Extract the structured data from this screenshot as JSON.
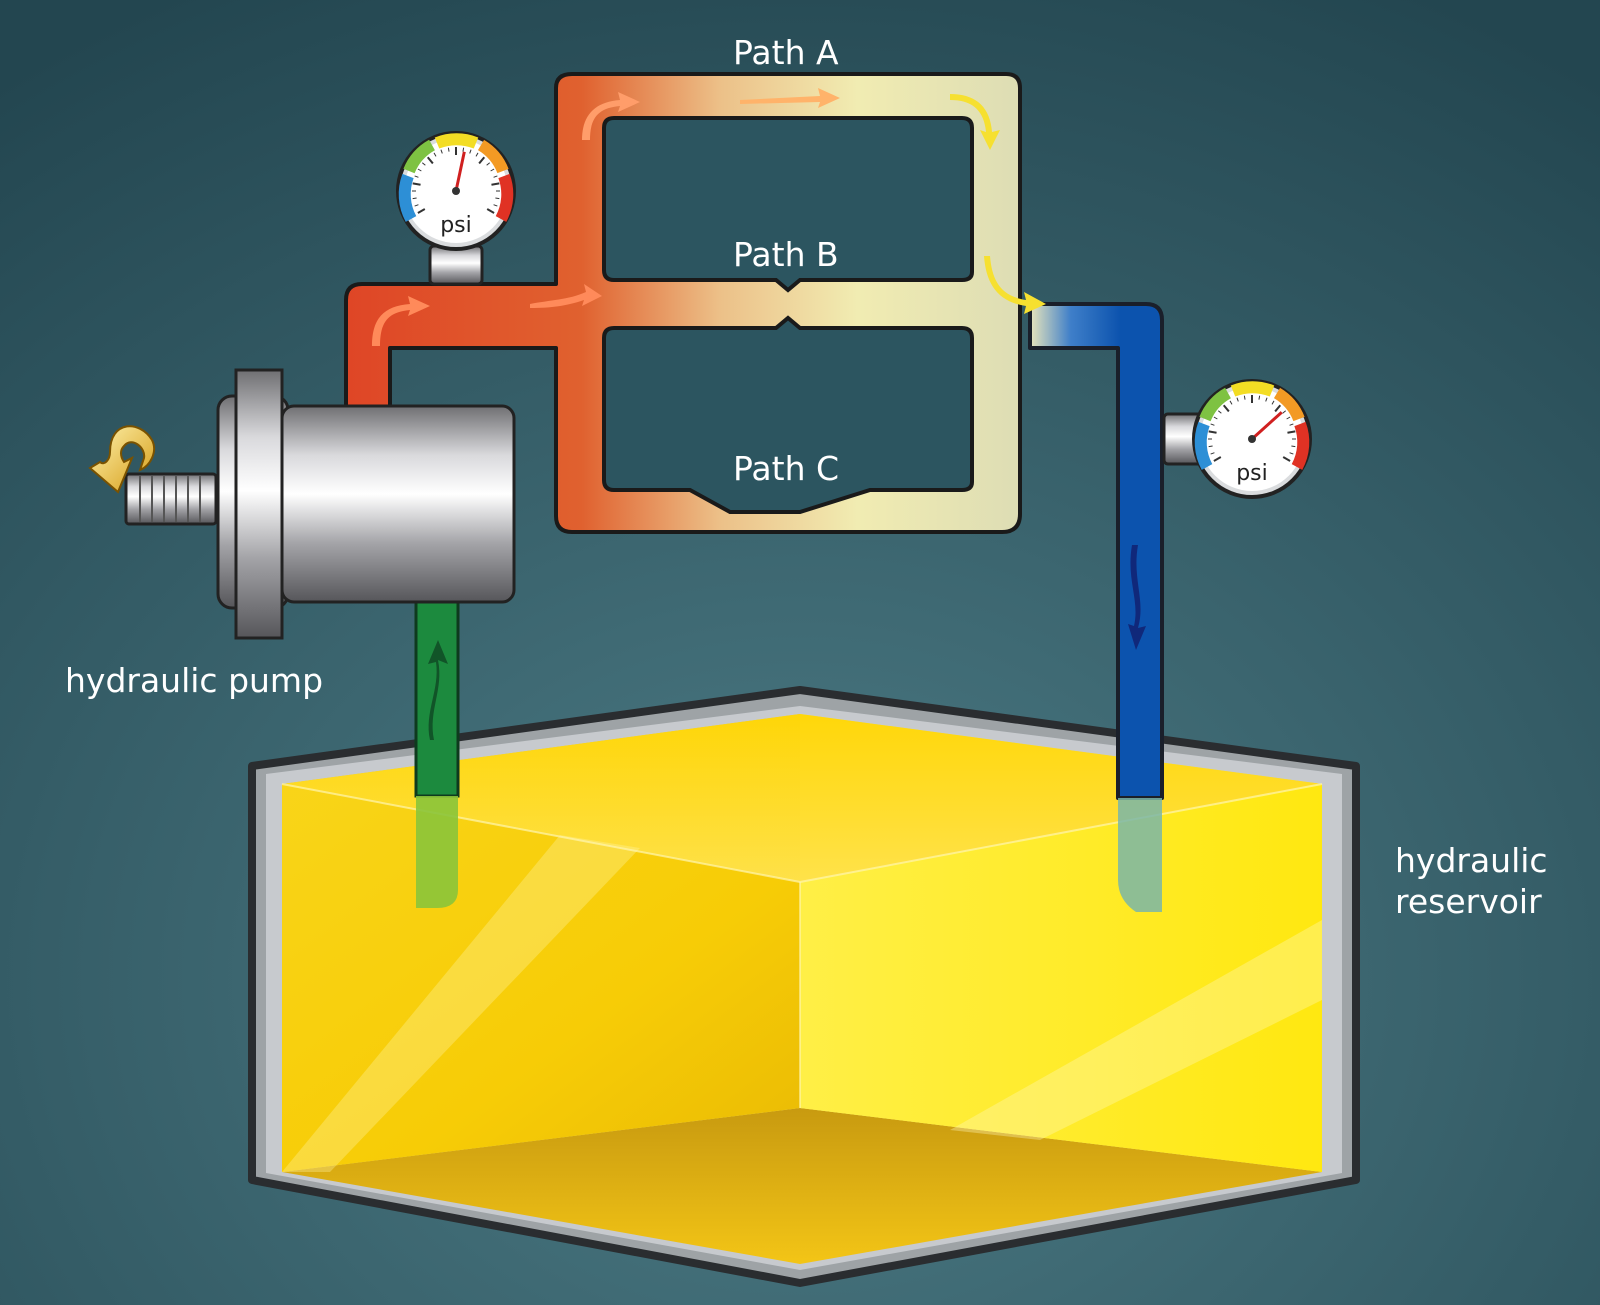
{
  "labels": {
    "path_a": "Path A",
    "path_b": "Path B",
    "path_c": "Path C",
    "pump": "hydraulic pump",
    "reservoir_line1": "hydraulic",
    "reservoir_line2": "reservoir"
  },
  "gauges": {
    "unit": "psi",
    "left_reading": 0.55,
    "right_reading": 0.7
  },
  "colors": {
    "background": "#2f5862",
    "hot_line": "#e0472a",
    "warm_line": "#e8915a",
    "cool_line": "#ece9b4",
    "return_line": "#0d55b0",
    "suction_line": "#1c8a3e",
    "reservoir_fluid": "#f7d30d"
  },
  "icons": [
    "rotation-arrow-icon",
    "pressure-gauge-icon",
    "flow-arrow-icon"
  ]
}
